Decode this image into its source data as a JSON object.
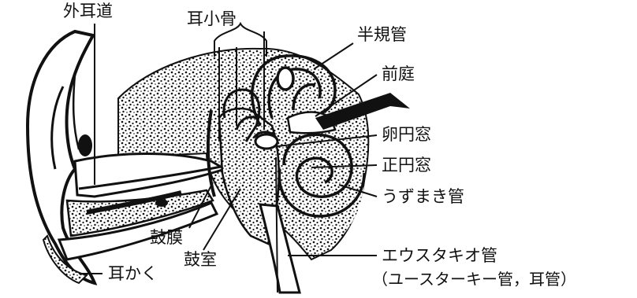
{
  "labels": {
    "outer_ear_canal": "外耳道",
    "ossicles": "耳小骨",
    "semicircular_canals": "半規管",
    "vestibule": "前庭",
    "oval_window": "卵円窓",
    "round_window": "正円窓",
    "cochlea": "うずまき管",
    "eardrum": "鼓膜",
    "tympanic_cavity": "鼓室",
    "auricle": "耳かく",
    "eustachian_tube": "エウスタキオ管",
    "eustachian_tube_alt": "（ユースターキー管，耳管）"
  }
}
